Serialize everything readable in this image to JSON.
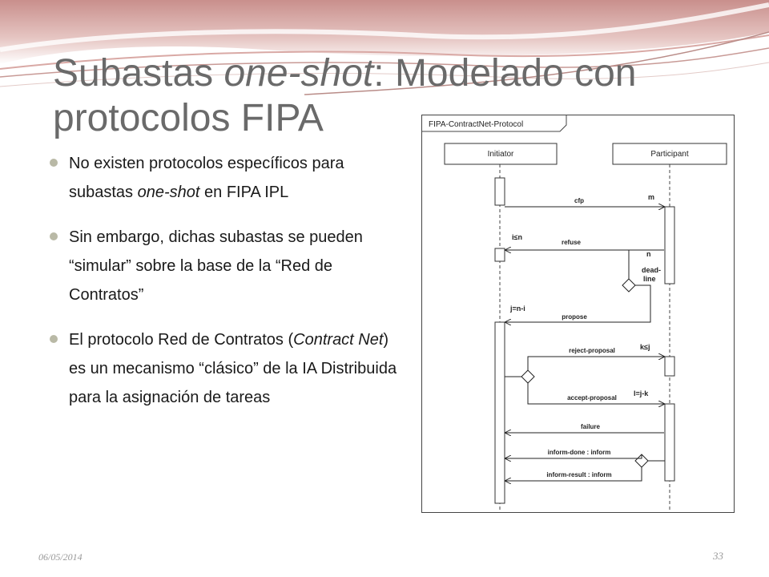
{
  "slide": {
    "title_part1": "Subastas ",
    "title_italic": "one-shot",
    "title_part2": ": Modelado con protocolos FIPA",
    "bullets": [
      {
        "pre": "No existen protocolos específicos para subastas ",
        "italic": "one-shot",
        "post": " en FIPA IPL"
      },
      {
        "pre": "Sin embargo, dichas subastas se pueden “simular” sobre la base de la “Red de Contratos”",
        "italic": "",
        "post": ""
      },
      {
        "pre": "El protocolo Red de Contratos (",
        "italic": "Contract Net",
        "post": ") es un mecanismo “clásico” de la IA Distribuida para la asignación de tareas"
      }
    ],
    "footer_date": "06/05/2014",
    "page_number": "33"
  },
  "diagram": {
    "frame_label": "FIPA-ContractNet-Protocol",
    "initiator": "Initiator",
    "participant": "Participant",
    "messages": {
      "cfp": "cfp",
      "refuse": "refuse",
      "propose": "propose",
      "reject": "reject-proposal",
      "accept": "accept-proposal",
      "failure": "failure",
      "inform_done": "inform-done : inform",
      "inform_result": "inform-result : inform"
    },
    "notes": {
      "m": "m",
      "i_le_n": "i≤n",
      "n": "n",
      "deadline1": "dead-",
      "deadline2": "line",
      "j_eq": "j=n-i",
      "k_le_j": "k≤j",
      "l_eq": "l=j-k"
    }
  }
}
